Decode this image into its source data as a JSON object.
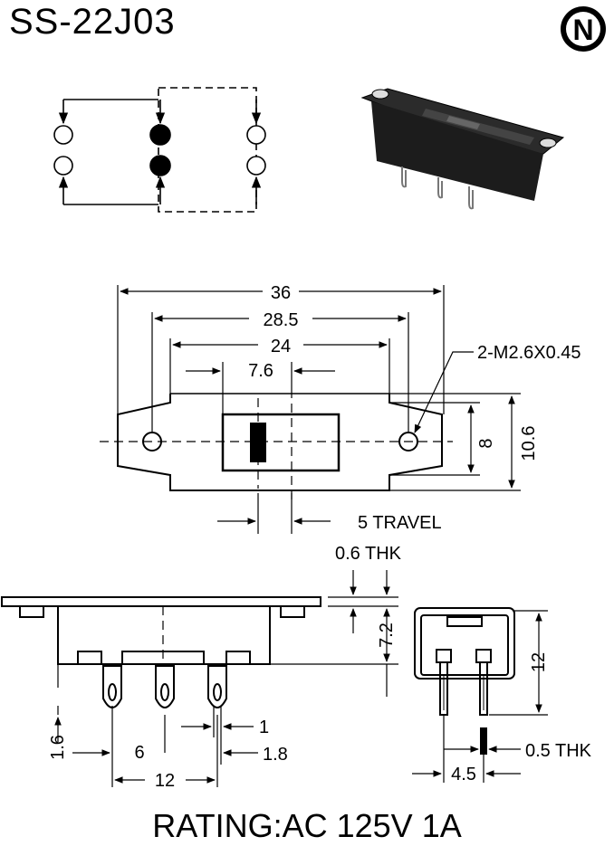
{
  "header": {
    "model": "SS-22J03",
    "logo_letter": "N"
  },
  "footer": {
    "rating": "RATING:AC 125V 1A"
  },
  "top_view_dims": {
    "overall_length": "36",
    "mounting_hole_pitch": "28.5",
    "body_length": "24",
    "actuator_width": "7.6",
    "screw_spec": "2-M2.6X0.45",
    "body_height": "8",
    "flange_height": "10.6",
    "travel": "5 TRAVEL"
  },
  "side_view_dims": {
    "plate_thickness": "0.6 THK",
    "plate_height": "7.2",
    "pin_height": "1.6",
    "pin_pitch": "6",
    "pin_span": "12",
    "pin_thickness": "1",
    "pin_width": "1.8"
  },
  "end_view_dims": {
    "body_height": "12",
    "pin_thickness": "0.5 THK",
    "pin_spacing": "4.5"
  },
  "colors": {
    "ink": "#000000",
    "body_photo": "#1c1c1c"
  }
}
